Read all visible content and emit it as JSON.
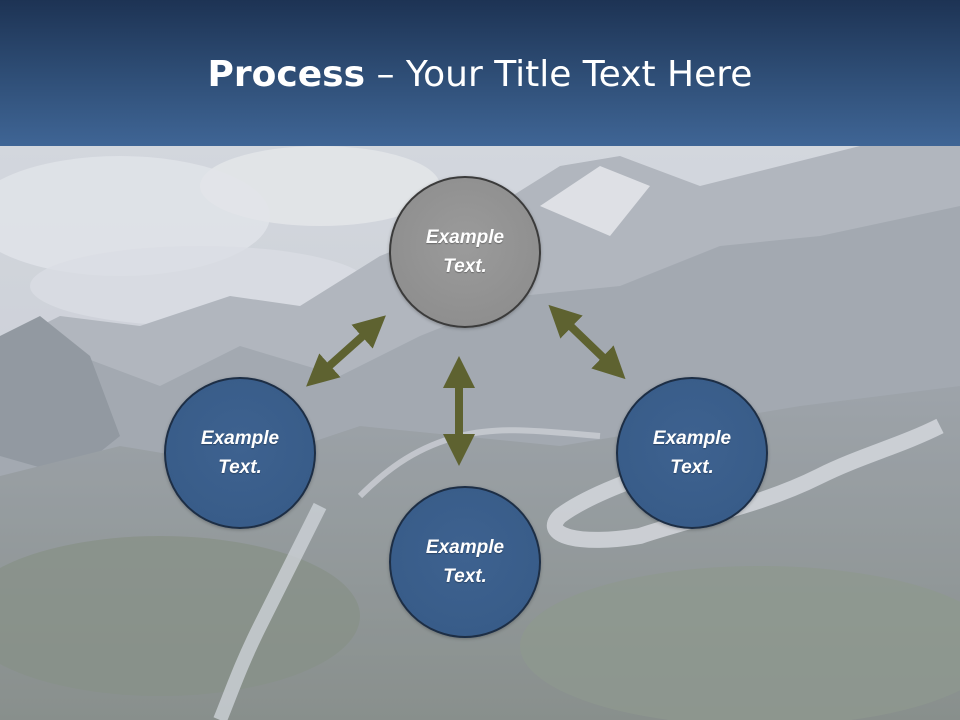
{
  "slide": {
    "title_bold": "Process",
    "title_rest": " – Your Title Text Here"
  },
  "diagram": {
    "nodes": [
      {
        "id": "top",
        "label": "Example Text.",
        "color": "#8c8c8c"
      },
      {
        "id": "left",
        "label": "Example Text.",
        "color": "#385c88"
      },
      {
        "id": "right",
        "label": "Example Text.",
        "color": "#385c88"
      },
      {
        "id": "bottom",
        "label": "Example Text.",
        "color": "#385c88"
      }
    ],
    "arrow_color": "#5e6230"
  }
}
